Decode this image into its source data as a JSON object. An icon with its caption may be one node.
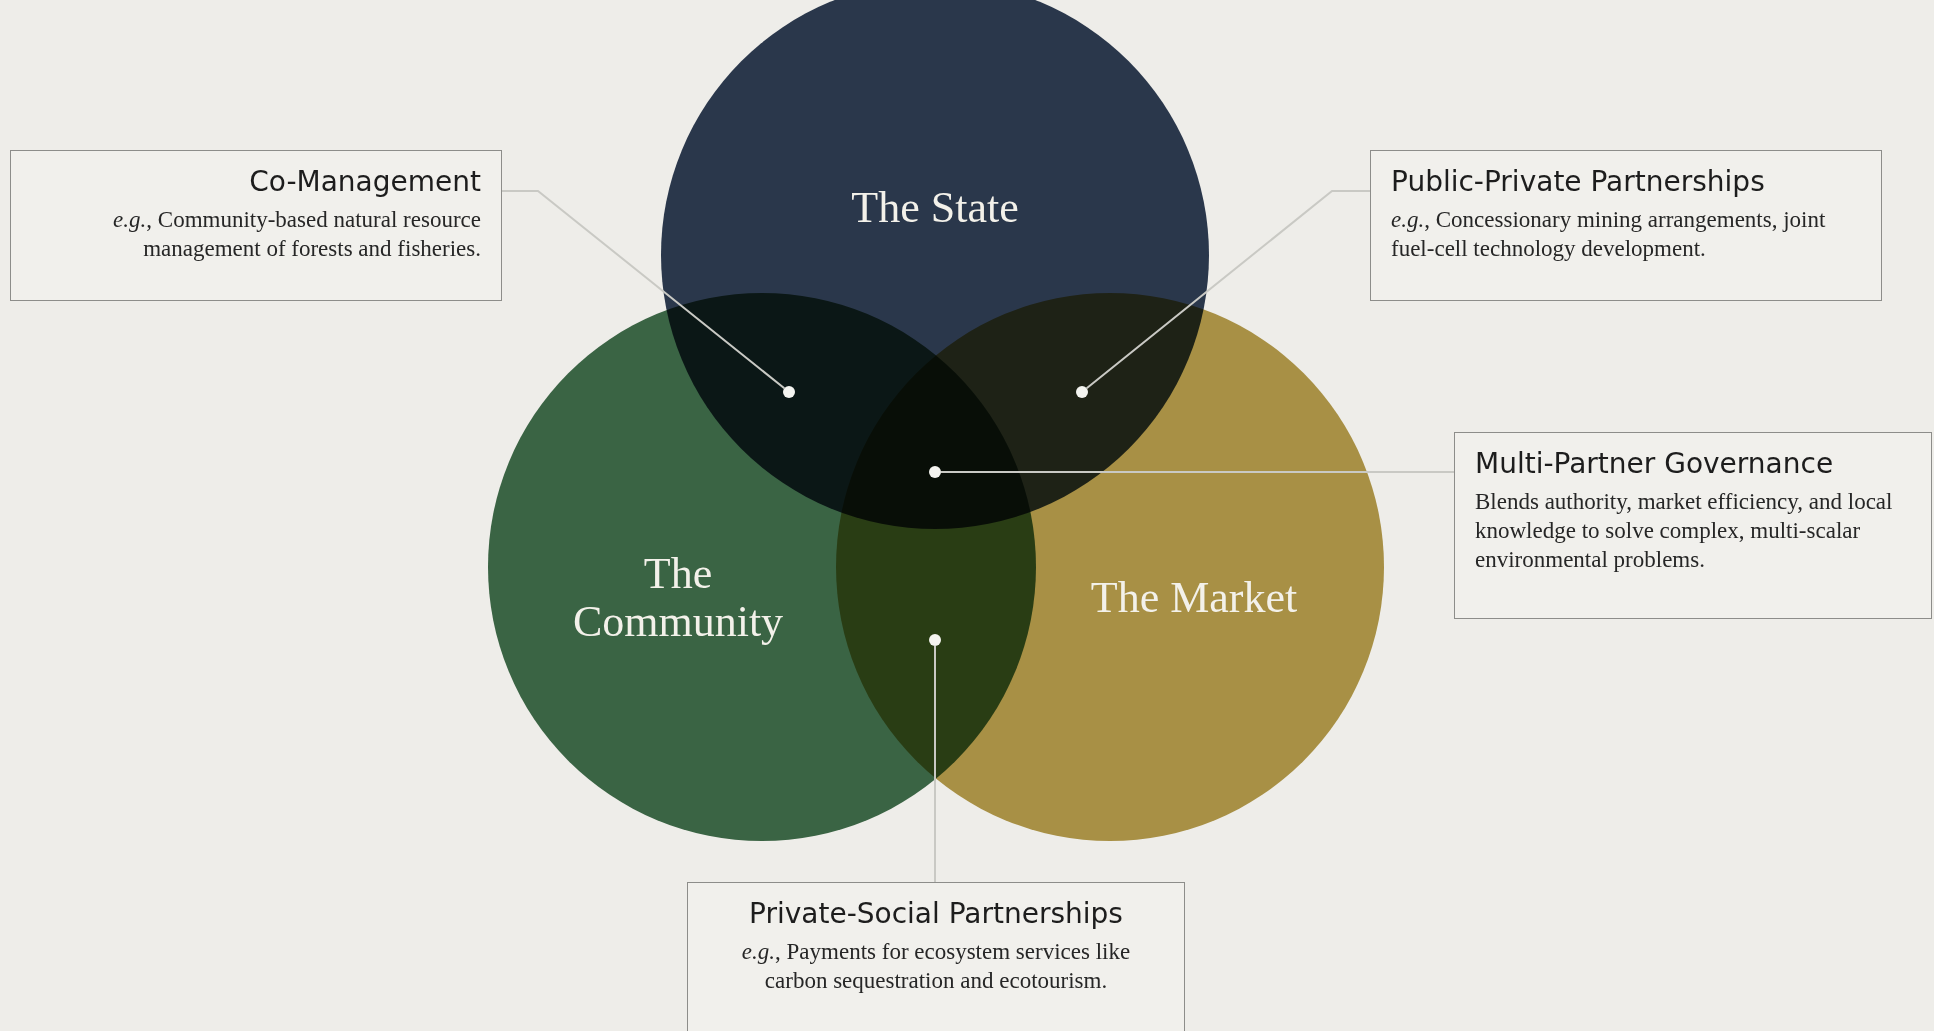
{
  "diagram": {
    "nodes": [
      {
        "text": [
          "Co-Management",
          "*e.g.*, Community-based natural resource management of forests and fisheries."
        ]
      },
      {
        "text": [
          "Public-Private Partnerships",
          "*e.g.*, Concessionary mining arrangements, joint fuel-cell technology development."
        ]
      },
      {
        "text": [
          "Multi-Partner Governance",
          "Blends authority, market efficiency, and local knowledge to solve complex, multi-scalar environmental problems."
        ]
      },
      {
        "text": [
          "Private-Social Partnerships",
          "*e.g.*, Payments for ecosystem services like carbon sequestration and ecotourism."
        ]
      },
      {
        "text": [
          "The State"
        ]
      },
      {
        "text": [
          "The Community"
        ]
      },
      {
        "text": [
          "The Market"
        ]
      },
      {
        "text": [],
        "shape": "circle"
      },
      {
        "text": [],
        "shape": "circle"
      },
      {
        "text": [],
        "shape": "circle"
      },
      {
        "text": [],
        "shape": "circle"
      }
    ],
    "edges": [
      {
        "from": 0,
        "to": 7,
        "arrow": "none"
      },
      {
        "from": 1,
        "to": 8,
        "arrow": "none"
      },
      {
        "from": 2,
        "to": 9,
        "arrow": "none"
      },
      {
        "from": 3,
        "to": 10,
        "arrow": "none"
      }
    ]
  }
}
